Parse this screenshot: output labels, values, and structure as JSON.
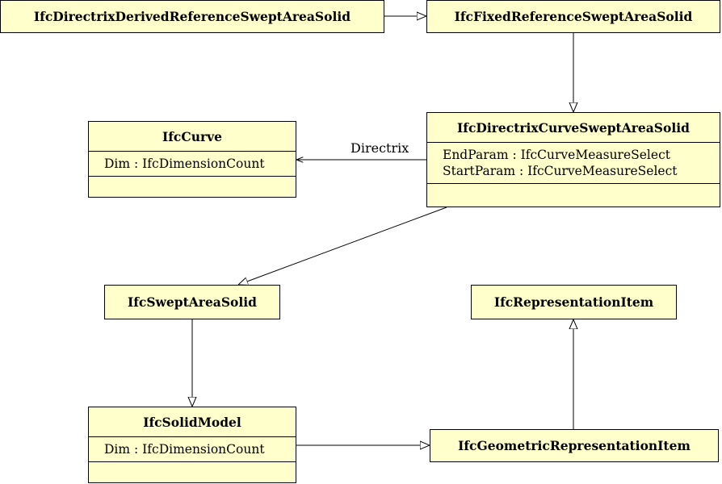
{
  "classes": {
    "derived": {
      "name": "IfcDirectrixDerivedReferenceSweptAreaSolid"
    },
    "fixed": {
      "name": "IfcFixedReferenceSweptAreaSolid"
    },
    "curve_swept": {
      "name": "IfcDirectrixCurveSweptAreaSolid",
      "attributes": [
        "EndParam : IfcCurveMeasureSelect",
        "StartParam : IfcCurveMeasureSelect"
      ]
    },
    "curve": {
      "name": "IfcCurve",
      "attributes": [
        "Dim : IfcDimensionCount"
      ]
    },
    "swept_area": {
      "name": "IfcSweptAreaSolid"
    },
    "rep_item": {
      "name": "IfcRepresentationItem"
    },
    "solid_model": {
      "name": "IfcSolidModel",
      "attributes": [
        "Dim : IfcDimensionCount"
      ]
    },
    "geom_item": {
      "name": "IfcGeometricRepresentationItem"
    }
  },
  "associations": {
    "directrix": {
      "role": "Directrix"
    }
  },
  "colors": {
    "fill": "#ffffcc",
    "stroke": "#000000"
  }
}
